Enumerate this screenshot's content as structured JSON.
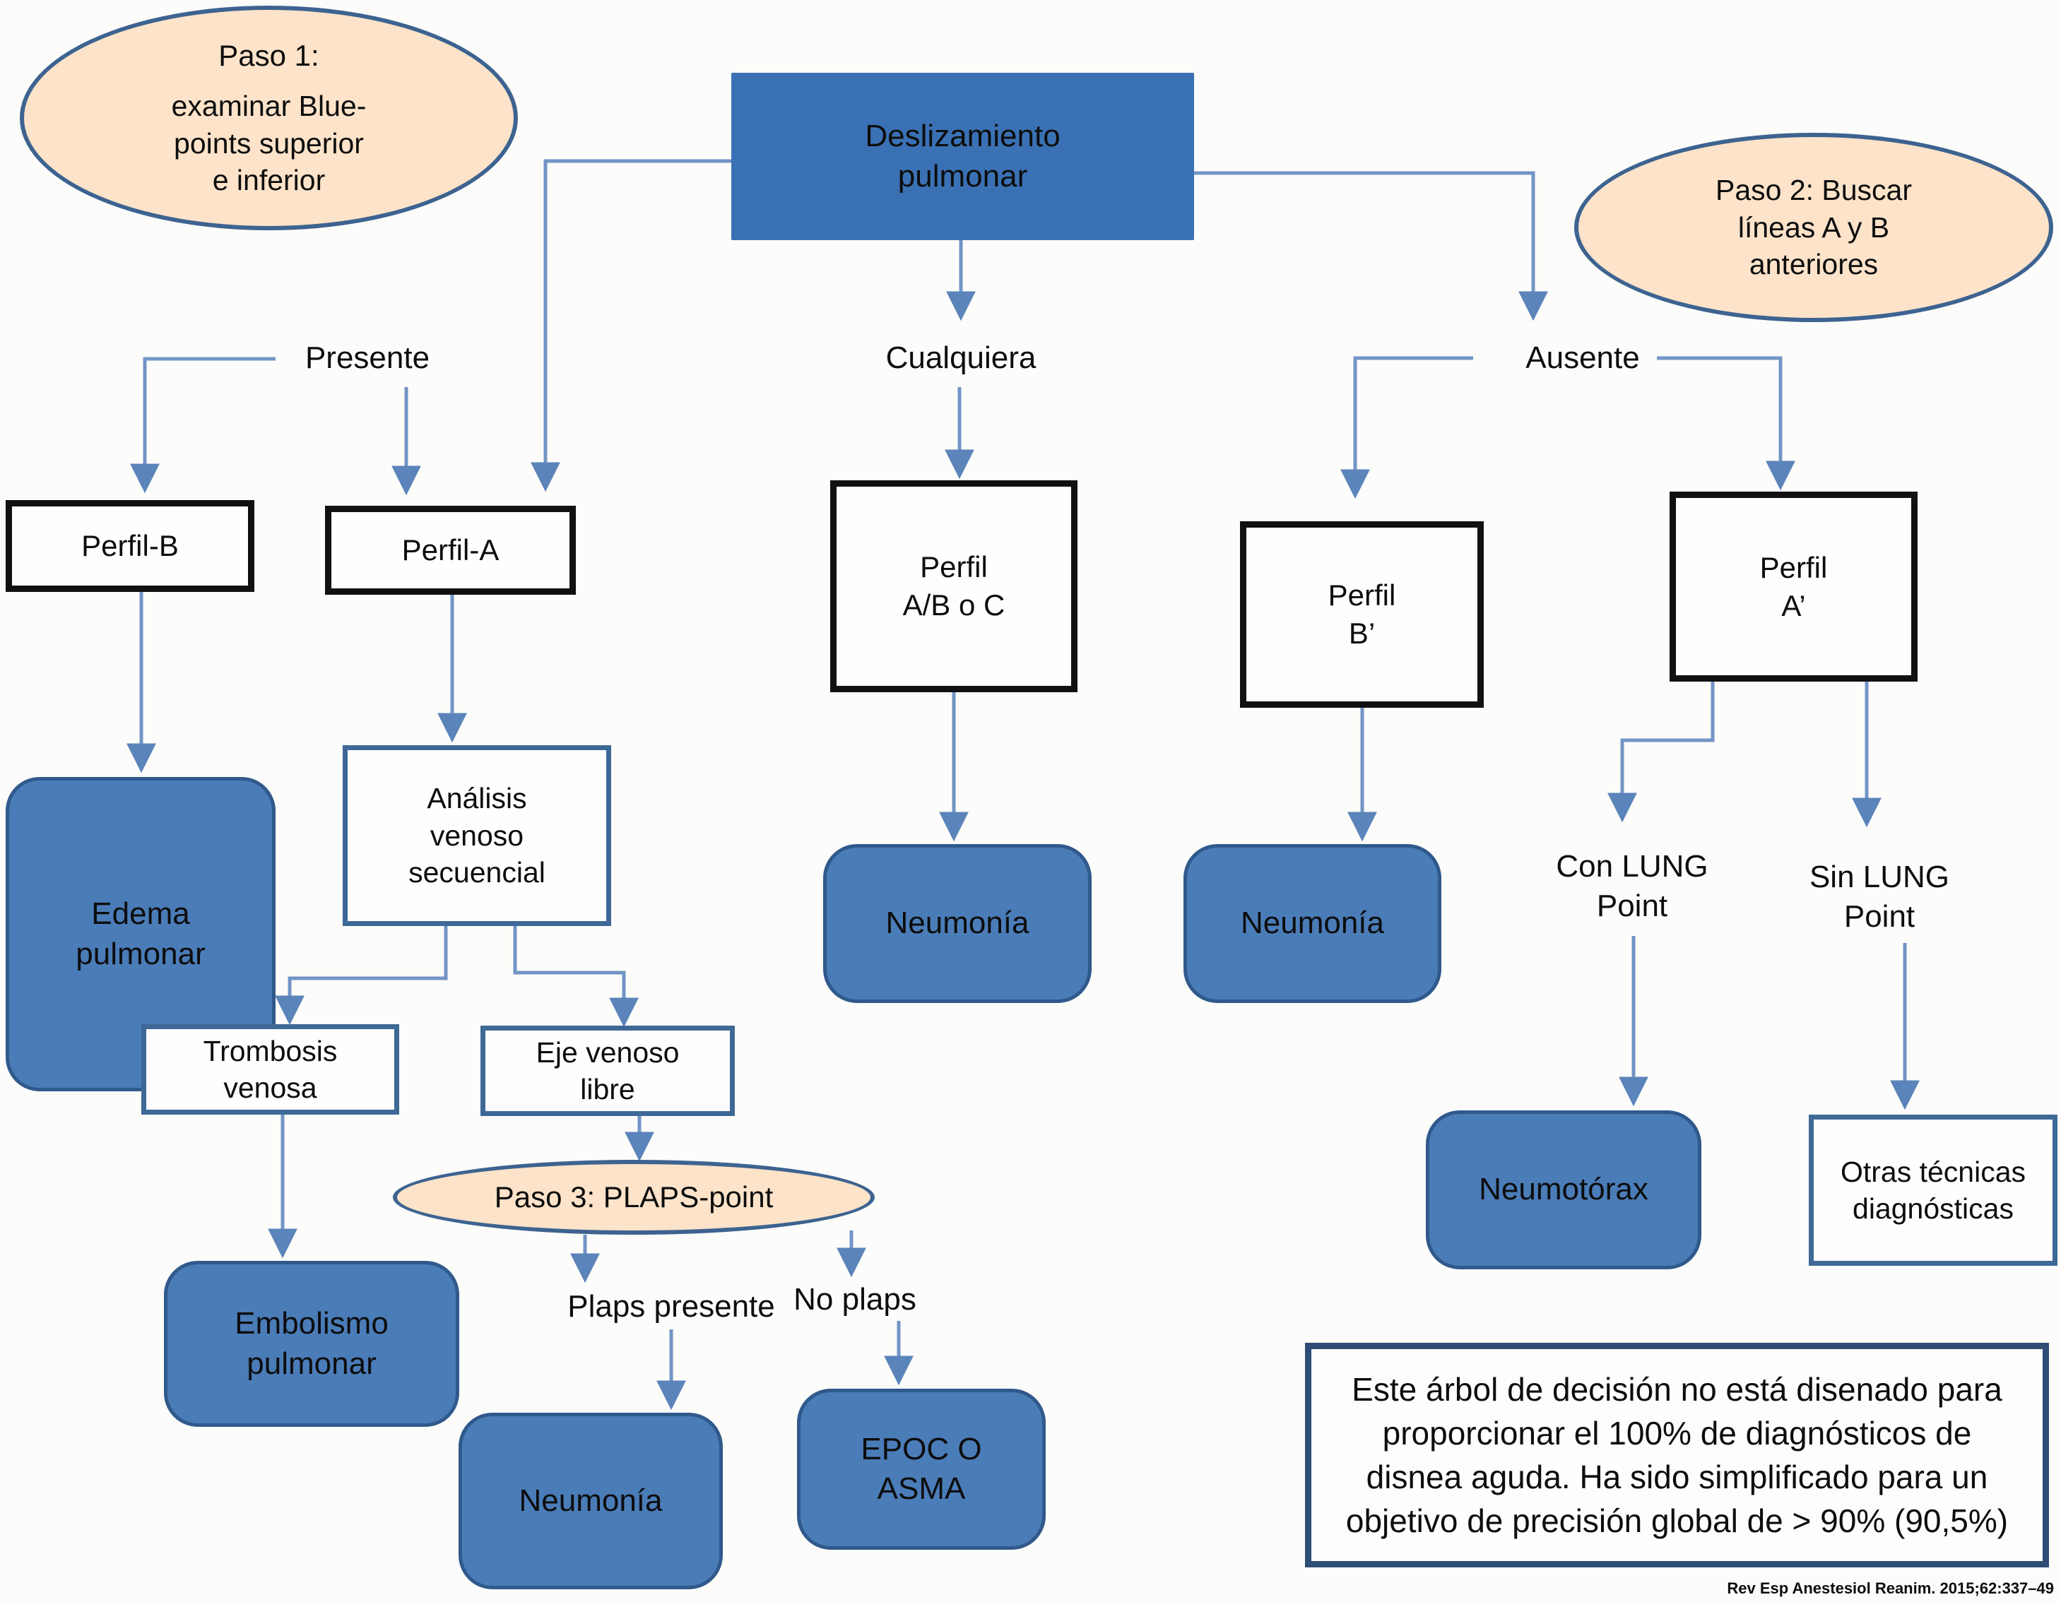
{
  "colors": {
    "background": "#fcfcfa",
    "text": "#0d0d0d",
    "node-blue": "#4a7cb8",
    "node-blue-border": "#30598c",
    "root-blue": "#3a71b4",
    "ellipse-fill": "#fce3c9",
    "ellipse-border": "#3d6390",
    "connector": "#7295c5",
    "arrow": "#5b84ba",
    "black-border": "#111111",
    "blue-border": "#3e6996",
    "note-border": "#2e4d76"
  },
  "nodes": {
    "paso1": {
      "title": "Paso 1:",
      "body": "examinar Blue-\npoints superior\ne inferior"
    },
    "deslizamiento_pulmonar": {
      "label": "Deslizamiento\npulmonar"
    },
    "paso2": {
      "label": "Paso 2: Buscar\nlíneas A y B\nanteriores"
    },
    "perfil_b": {
      "label": "Perfil-B"
    },
    "perfil_a": {
      "label": "Perfil-A"
    },
    "perfil_ab_c": {
      "label": "Perfil\nA/B o C"
    },
    "perfil_b_prima": {
      "label": "Perfil\nB’"
    },
    "perfil_a_prima": {
      "label": "Perfil\nA’"
    },
    "edema_pulmonar": {
      "label": "Edema\npulmonar"
    },
    "analisis_venoso": {
      "label": "Análisis\nvenoso\nsecuencial"
    },
    "neumonia_centro": {
      "label": "Neumonía"
    },
    "neumonia_b_prima": {
      "label": "Neumonía"
    },
    "trombosis_venosa": {
      "label": "Trombosis\nvenosa"
    },
    "eje_venoso_libre": {
      "label": "Eje venoso\nlibre"
    },
    "paso3": {
      "label": "Paso 3: PLAPS-point"
    },
    "embolismo_pulmonar": {
      "label": "Embolismo\npulmonar"
    },
    "neumonia_plaps": {
      "label": "Neumonía"
    },
    "epoc_o_asma": {
      "label": "EPOC O\nASMA"
    },
    "neumotorax": {
      "label": "Neumotórax"
    },
    "otras_tecnicas": {
      "label": "Otras técnicas\ndiagnósticas"
    }
  },
  "branch_labels": {
    "presente": "Presente",
    "cualquiera": "Cualquiera",
    "ausente": "Ausente",
    "con_lung_point": "Con LUNG\nPoint",
    "sin_lung_point": "Sin LUNG\nPoint",
    "plaps_presente": "Plaps presente",
    "no_plaps": "No plaps"
  },
  "note": "Este árbol de decisión no está disenado para\nproporcionar el 100% de diagnósticos de\ndisnea aguda. Ha sido simplificado para un\nobjetivo de precisión global de > 90% (90,5%)",
  "citation": "Rev Esp Anestesiol Reanim. 2015;62:337–49"
}
